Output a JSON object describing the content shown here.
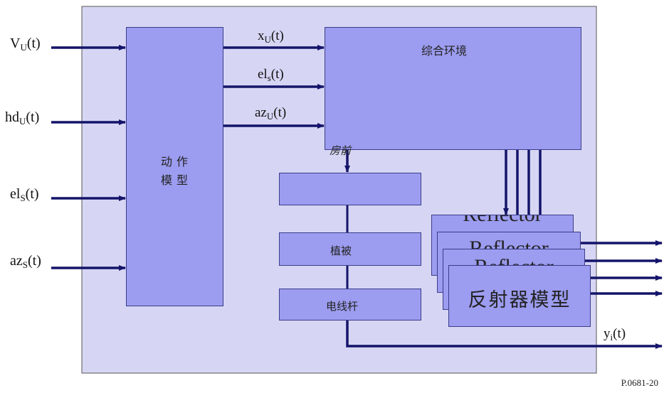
{
  "inputs": {
    "v": {
      "main": "V",
      "sub": "U",
      "tail": "(t)"
    },
    "hd": {
      "main": "hd",
      "sub": "U",
      "tail": "(t)"
    },
    "el": {
      "main": "el",
      "sub": "S",
      "tail": "(t)"
    },
    "az": {
      "main": "az",
      "sub": "S",
      "tail": "(t)"
    }
  },
  "mid_signals": {
    "x": {
      "main": "x",
      "sub": "U",
      "tail": "(t)"
    },
    "el": {
      "main": "el",
      "sub": "s",
      "tail": "(t)"
    },
    "az": {
      "main": "az",
      "sub": "U",
      "tail": "(t)"
    }
  },
  "motion_model": {
    "line1": "动作",
    "line2": "模型"
  },
  "environment": {
    "title": "综合环境"
  },
  "obstacles": {
    "house_label": "房前",
    "vegetation": "植被",
    "pole": "电线杆"
  },
  "reflectors": {
    "ghost_label": "Reflector",
    "front_label": "反射器模型"
  },
  "output": {
    "main": "y",
    "sub": "i",
    "tail": "(t)"
  },
  "figure_id": "P.0681-20",
  "colors": {
    "frame": "#d6d6f4",
    "block": "#9c9cf0",
    "arrow": "#14146a"
  }
}
